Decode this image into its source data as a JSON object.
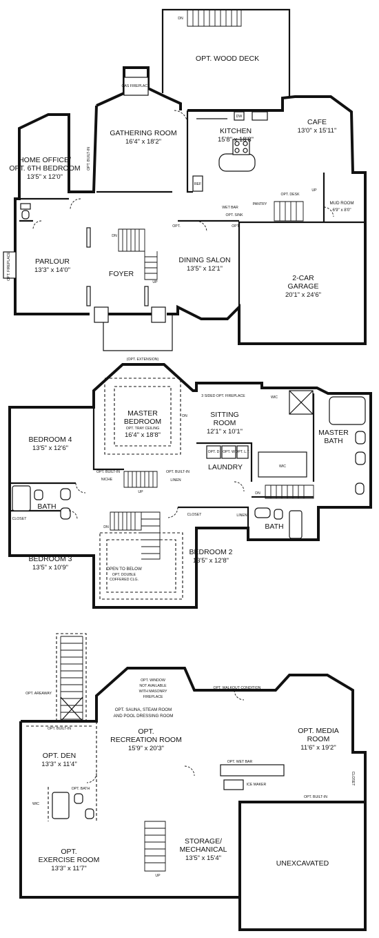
{
  "first_floor": {
    "wood_deck": "OPT. WOOD DECK",
    "deck_dn": "DN",
    "gas_fireplace": "GAS FIREPLACE",
    "gathering_room": {
      "name": "GATHERING ROOM",
      "size": "16'4\" x 18'2\""
    },
    "kitchen": {
      "name": "KITCHEN",
      "size": "15'8\" x 18'8\""
    },
    "dw": "DW",
    "ref": "REF",
    "cafe": {
      "name": "CAFE",
      "size": "13'0\" x 15'11\""
    },
    "home_office": {
      "name1": "HOME OFFICE/",
      "name2": "OPT. 6TH BEDROOM",
      "size": "13'5\" x 12'0\""
    },
    "opt_built_in": "OPT. BUILT-IN",
    "wet_bar": "WET BAR",
    "opt_sink": "OPT. SINK",
    "pantry": "PANTRY",
    "opt_desk": "OPT. DESK",
    "up": "UP",
    "mud_room": {
      "name": "MUD ROOM",
      "size": "6'9\" x 8'0\""
    },
    "parlour": {
      "name": "PARLOUR",
      "size": "13'3\" x 14'0\""
    },
    "opt_fireplace": "OPT. FIREPLACE",
    "foyer": "FOYER",
    "dn": "DN",
    "opt": "OPT.",
    "dining_salon": {
      "name": "DINING SALON",
      "size": "13'5\" x 12'1\""
    },
    "garage": {
      "name1": "2-CAR",
      "name2": "GARAGE",
      "size": "20'1\" x 24'6\""
    }
  },
  "second_floor": {
    "opt_extension": "(OPT. EXTENSION)",
    "master_bedroom": {
      "name1": "MASTER",
      "name2": "BEDROOM",
      "note": "OPT. TRAY CEILING",
      "size": "16'4\" x 18'8\""
    },
    "three_sided_fireplace": "3 SIDED OPT. FIREPLACE",
    "sitting_room": {
      "name1": "SITTING",
      "name2": "ROOM",
      "size": "12'1\" x 10'1\""
    },
    "dn": "DN",
    "wic": "WIC",
    "master_bath": {
      "name1": "MASTER",
      "name2": "BATH"
    },
    "bedroom4": {
      "name": "BEDROOM 4",
      "size": "13'5\" x 12'6\""
    },
    "opt_built_in": "OPT. BUILT-IN",
    "niche": "NICHE",
    "linen": "LINEN",
    "up": "UP",
    "opt_d": "OPT. D",
    "opt_w": "OPT. W",
    "opt_lt": "OPT. L.T.",
    "laundry": "LAUNDRY",
    "bath": "BATH",
    "closet": "CLOSET",
    "open_to_below": {
      "line1": "OPEN TO BELOW",
      "line2": "OPT. DOUBLE",
      "line3": "COFFERED CLG."
    },
    "bedroom3": {
      "name": "BEDROOM 3",
      "size": "13'5\" x 10'9\""
    },
    "bedroom2": {
      "name": "BEDROOM 2",
      "size": "13'5\" x 12'8\""
    }
  },
  "basement": {
    "opt_areaway": "OPT. AREAWAY",
    "opt_window": {
      "line1": "OPT. WINDOW",
      "line2": "NOT AVAILABLE",
      "line3": "WITH MASONRY",
      "line4": "FIREPLACE"
    },
    "walkout": "OPT. WALKOUT CONDITION",
    "sauna": {
      "line1": "OPT. SAUNA, STEAM ROOM",
      "line2": "AND POOL DRESSING ROOM"
    },
    "recreation": {
      "name1": "OPT.",
      "name2": "RECREATION ROOM",
      "size": "15'9\" x 20'3\""
    },
    "media": {
      "name1": "OPT. MEDIA",
      "name2": "ROOM",
      "size": "11'6\" x 19'2\""
    },
    "opt_built_in": "OPT. BUILT-IN",
    "den": {
      "name": "OPT. DEN",
      "size": "13'3\" x 11'4\""
    },
    "wet_bar": "OPT. WET BAR",
    "ice_maker": "ICE MAKER",
    "closet": "CLOSET",
    "wic": "WIC",
    "opt_bath": "OPT. BATH",
    "exercise": {
      "name1": "OPT.",
      "name2": "EXERCISE ROOM",
      "size": "13'3\" x 11'7\""
    },
    "storage": {
      "name1": "STORAGE/",
      "name2": "MECHANICAL",
      "size": "13'5\" x 15'4\""
    },
    "up": "UP",
    "unexcavated": "UNEXCAVATED"
  }
}
